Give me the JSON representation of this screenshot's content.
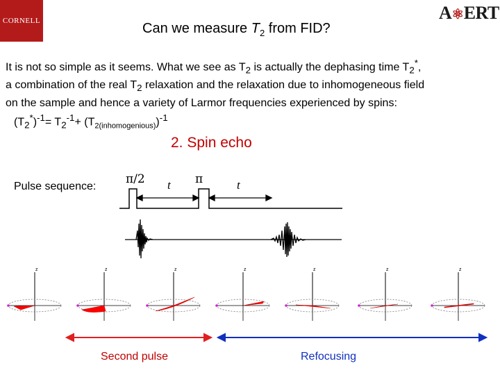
{
  "logos": {
    "left": "CORNELL",
    "right_prefix": "A",
    "right_suffix": "ERT"
  },
  "title": {
    "prefix": "Can we measure ",
    "var": "T",
    "sub": "2",
    "suffix": " from FID?"
  },
  "paragraph": {
    "l1a": "It is not so simple as it seems. What we see as T",
    "l1b": "2",
    "l1c": " is actually the dephasing time T",
    "l1d": "2",
    "l1e": "*",
    "l1f": ",",
    "l2a": "a combination  of the real T",
    "l2b": "2",
    "l2c": " relaxation and the relaxation due to inhomogeneous field",
    "l3": "on the sample and hence a variety of Larmor frequencies experienced by spins:",
    "f1": "(T",
    "f2": "2",
    "f3": "*",
    "f4": ")",
    "f5": "-1",
    "f6": "= T",
    "f7": "2",
    "f8": "-1",
    "f9": "+ (T",
    "f10": "2(inhomogenious)",
    "f11": ")",
    "f12": "-1"
  },
  "section_heading": "2. Spin echo",
  "pulse_sequence": {
    "label": "Pulse sequence:",
    "pulse1": "π/2",
    "tau1": "t",
    "pulse2": "π",
    "tau2": "t"
  },
  "bottom": {
    "left_label": "Second pulse",
    "right_label": "Refocusing"
  },
  "colors": {
    "heading": "#c00000",
    "fan": "#ff0000",
    "left_arrow": "#e02020",
    "right_arrow": "#1030c0",
    "cornell": "#b31b1b"
  }
}
